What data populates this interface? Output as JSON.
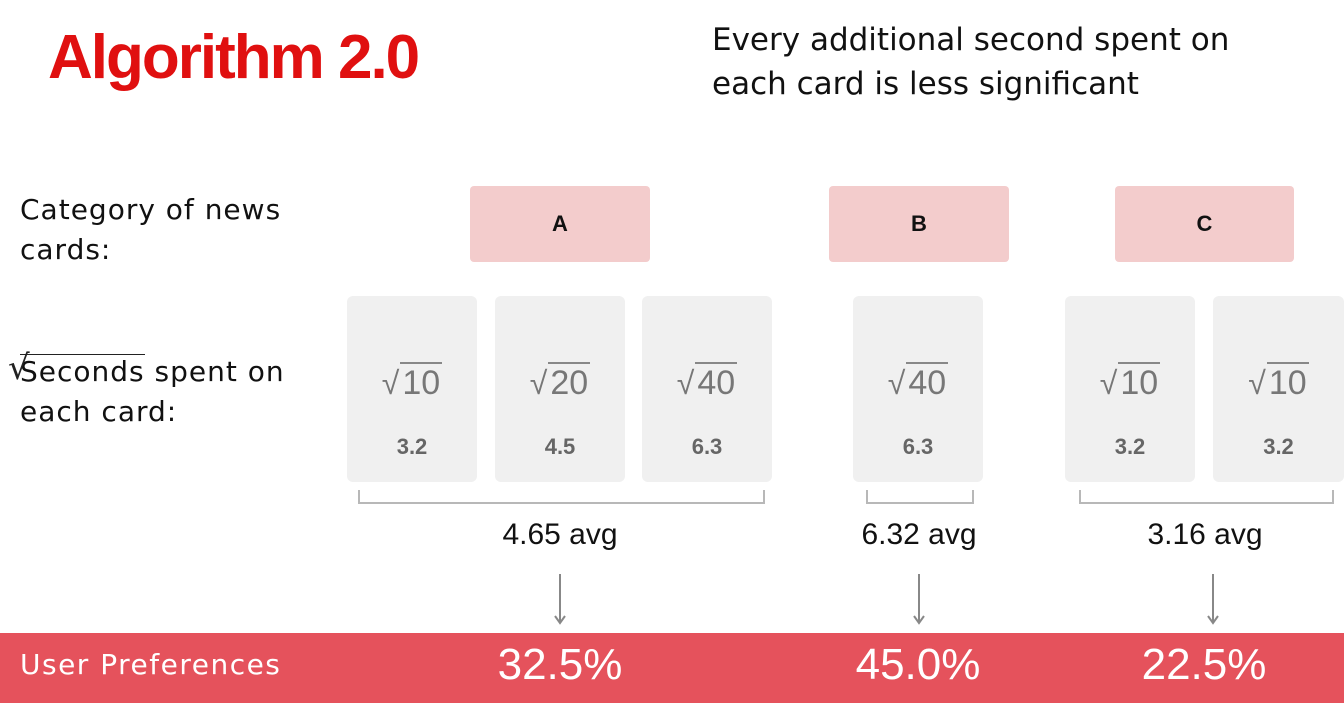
{
  "title": "Algorithm 2.0",
  "subtitle": "Every additional second spent on each card is less significant",
  "labels": {
    "category": "Category of news cards:",
    "seconds_radical": "√",
    "seconds_word": "Seconds",
    "seconds_rest": " spent on",
    "seconds_line2": "each card:",
    "user_preferences": "User Preferences"
  },
  "categories": [
    {
      "name": "A",
      "cards": [
        {
          "radical": "√",
          "seconds": "10",
          "value": "3.2"
        },
        {
          "radical": "√",
          "seconds": "20",
          "value": "4.5"
        },
        {
          "radical": "√",
          "seconds": "40",
          "value": "6.3"
        }
      ],
      "avg": "4.65 avg",
      "preference": "32.5%"
    },
    {
      "name": "B",
      "cards": [
        {
          "radical": "√",
          "seconds": "40",
          "value": "6.3"
        }
      ],
      "avg": "6.32 avg",
      "preference": "45.0%"
    },
    {
      "name": "C",
      "cards": [
        {
          "radical": "√",
          "seconds": "10",
          "value": "3.2"
        },
        {
          "radical": "√",
          "seconds": "10",
          "value": "3.2"
        }
      ],
      "avg": "3.16 avg",
      "preference": "22.5%"
    }
  ],
  "colors": {
    "title": "#e01010",
    "category_box": "#f3cccc",
    "card": "#f0f0f0",
    "bar": "#e5525c"
  }
}
